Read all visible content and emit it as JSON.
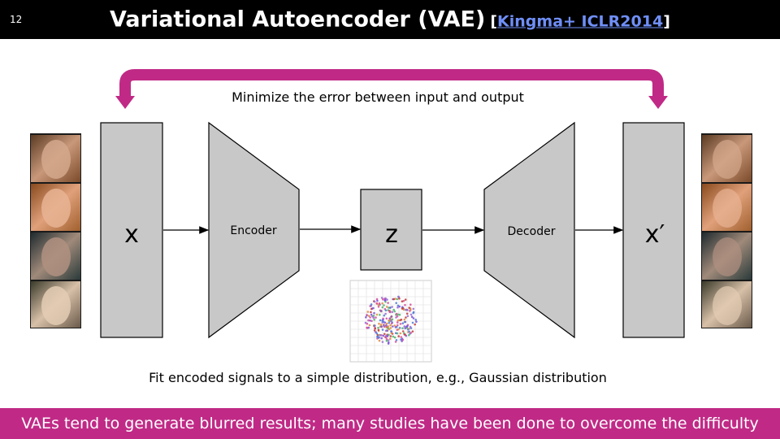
{
  "slide": {
    "number": "12",
    "title": "Variational Autoencoder (VAE)",
    "citation_open": "[",
    "citation_link": "Kingma+ ICLR2014",
    "citation_close": "]"
  },
  "diagram": {
    "top_caption": "Minimize the error between input and output",
    "input_label": "x",
    "encoder_label": "Encoder",
    "latent_label": "z",
    "decoder_label": "Decoder",
    "output_label": "x′",
    "bottom_caption": "Fit encoded signals to a simple distribution, e.g., Gaussian distribution"
  },
  "footer": {
    "text": "VAEs tend to generate blurred results; many studies have been done to overcome the difficulty"
  },
  "colors": {
    "header_bg": "#000000",
    "link": "#6f8ff8",
    "accent": "#c02a86",
    "block_fill": "#c8c8c8"
  }
}
